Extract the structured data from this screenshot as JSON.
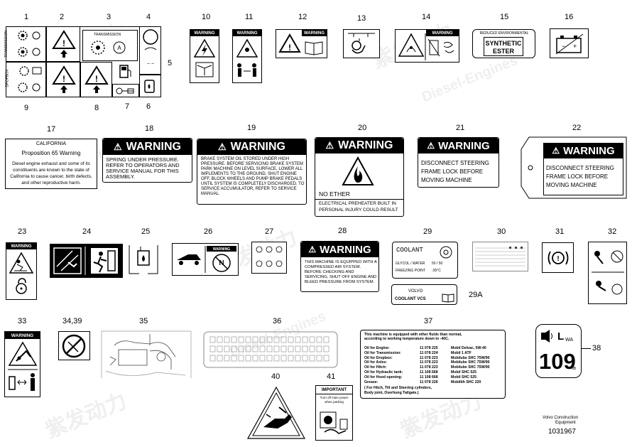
{
  "callouts": {
    "n1": "1",
    "n2": "2",
    "n3": "3",
    "n4": "4",
    "n5": "5",
    "n6": "6",
    "n7": "7",
    "n8": "8",
    "n9": "9",
    "n10": "10",
    "n11": "11",
    "n12": "12",
    "n13": "13",
    "n14": "14",
    "n15": "15",
    "n16": "16",
    "n17": "17",
    "n18": "18",
    "n19": "19",
    "n20": "20",
    "n21": "21",
    "n22": "22",
    "n23": "23",
    "n24": "24",
    "n25": "25",
    "n26": "26",
    "n27": "27",
    "n28": "28",
    "n29": "29",
    "n29a": "29A",
    "n30": "30",
    "n31": "31",
    "n32": "32",
    "n33": "33",
    "n3439": "34,39",
    "n35": "35",
    "n36": "36",
    "n37": "37",
    "n38": "38",
    "n40": "40",
    "n41": "41"
  },
  "decal1": {
    "transmission_v": "TRANSMISSION",
    "dropbox_v": "DROPBOX",
    "transmission_h": "TRANSMISSION"
  },
  "warning_word": "WARNING",
  "decal15": {
    "header": "REDUCED ENVIRONMENTAL IMPACT",
    "line1": "SYNTHETIC",
    "line2": "ESTER"
  },
  "decal17": {
    "title": "CALIFORNIA",
    "subtitle": "Proposition 65 Warning",
    "body": "Diesel engine exhaust and some of its constituents are known to the state of California to cause cancer, birth defects, and other reproductive harm."
  },
  "decal18": {
    "body": "SPRING UNDER PRESSURE. REFER TO OPERATORS AND SERVICE MANUAL FOR THIS ASSEMBLY."
  },
  "decal19": {
    "body": "BRAKE SYSTEM OIL STORED UNDER HIGH PRESSURE. BEFORE SERVICING BRAKE SYSTEM PARK MACHINE ON LEVEL SURFACE, LOWER ALL IMPLEMENTS TO THE GROUND, SHUT ENGINE OFF, BLOCK WHEELS AND PUMP BRAKE PEDALS UNTIL SYSTEM IS COMPLETELY DISCHARGED. TO SERVICE ACCUMULATOR, REFER TO SERVICE MANUAL."
  },
  "decal20": {
    "line1": "NO ETHER",
    "line2": "ELECTRICAL PREHEATER BUILT IN",
    "line3": "PERSONAL INJURY COULD RESULT"
  },
  "decal21": {
    "line1": "DISCONNECT STEERING",
    "line2": "FRAME LOCK BEFORE",
    "line3": "MOVING MACHINE"
  },
  "decal22": {
    "line1": "DISCONNECT STEERING",
    "line2": "FRAME LOCK BEFORE",
    "line3": "MOVING MACHINE"
  },
  "decal28": {
    "body": "THIS MACHINE IS EQUIPPED WITH A COMPRESSED AIR SYSTEM. BEFORE CHECKING AND SERVICING, SHUT OFF ENGINE AND BLEED PRESSURE FROM SYSTEM."
  },
  "decal29": {
    "title": "COOLANT",
    "row1_label": "GLYCOL / WATER",
    "row1_value": "50 / 50",
    "row2_label": "FREEZING POINT",
    "row2_value": "-35°C"
  },
  "decal29a": {
    "line1": "VOLVO",
    "line2": "COOLANT VCS"
  },
  "decal37": {
    "intro1": "This machine is equipped with other fluids than normal,",
    "intro2": "according to working temperature down to -40C.",
    "rows": [
      {
        "label": "Oil for Engine:",
        "part": "11 078 225",
        "product": "Mobil Delvac, 5W-40"
      },
      {
        "label": "Oil for Transmission:",
        "part": "11 078 224",
        "product": "Mobil 1 ATF"
      },
      {
        "label": "Oil for Dropbox:",
        "part": "11 078 223",
        "product": "Mobilube SHC 75W/90"
      },
      {
        "label": "Oil for Axles:",
        "part": "11 078 223",
        "product": "Mobilube SHC 75W/90"
      },
      {
        "label": "Oil for Hitch:",
        "part": "11 078 223",
        "product": "Mobilube SHC 75W/90"
      },
      {
        "label": "Oil for Hydraulic tank:",
        "part": "11 108 668",
        "product": "Mobil SHC 525"
      },
      {
        "label": "Oil for Hood opening:",
        "part": "11 108 668",
        "product": "Mobil SHC 525"
      },
      {
        "label": "Grease:",
        "part": "11 078 226",
        "product": "Mobilith SHC 220"
      }
    ],
    "footer1": "( For Hitch, Tilt and Steering cylinders,",
    "footer2": "Body joint, Overhung Tailgate.)"
  },
  "decal38": {
    "symbol": "L",
    "sub": "WA",
    "value": "109",
    "unit": "dB"
  },
  "decal41": {
    "header": "IMPORTANT",
    "line1": "Turn off main power",
    "line2": "when parking"
  },
  "footer": {
    "brand1": "Volvo Construction",
    "brand2": "Equipment",
    "docnum": "1031967"
  },
  "watermark": {
    "text1": "紫发动力",
    "text2": "Diesel-Engines"
  },
  "icons": [
    "gear-icon",
    "warning-triangle-icon",
    "manual-book-icon",
    "battery-icon",
    "flame-icon",
    "exit-icon",
    "no-symbol-icon",
    "hand-crush-icon"
  ]
}
